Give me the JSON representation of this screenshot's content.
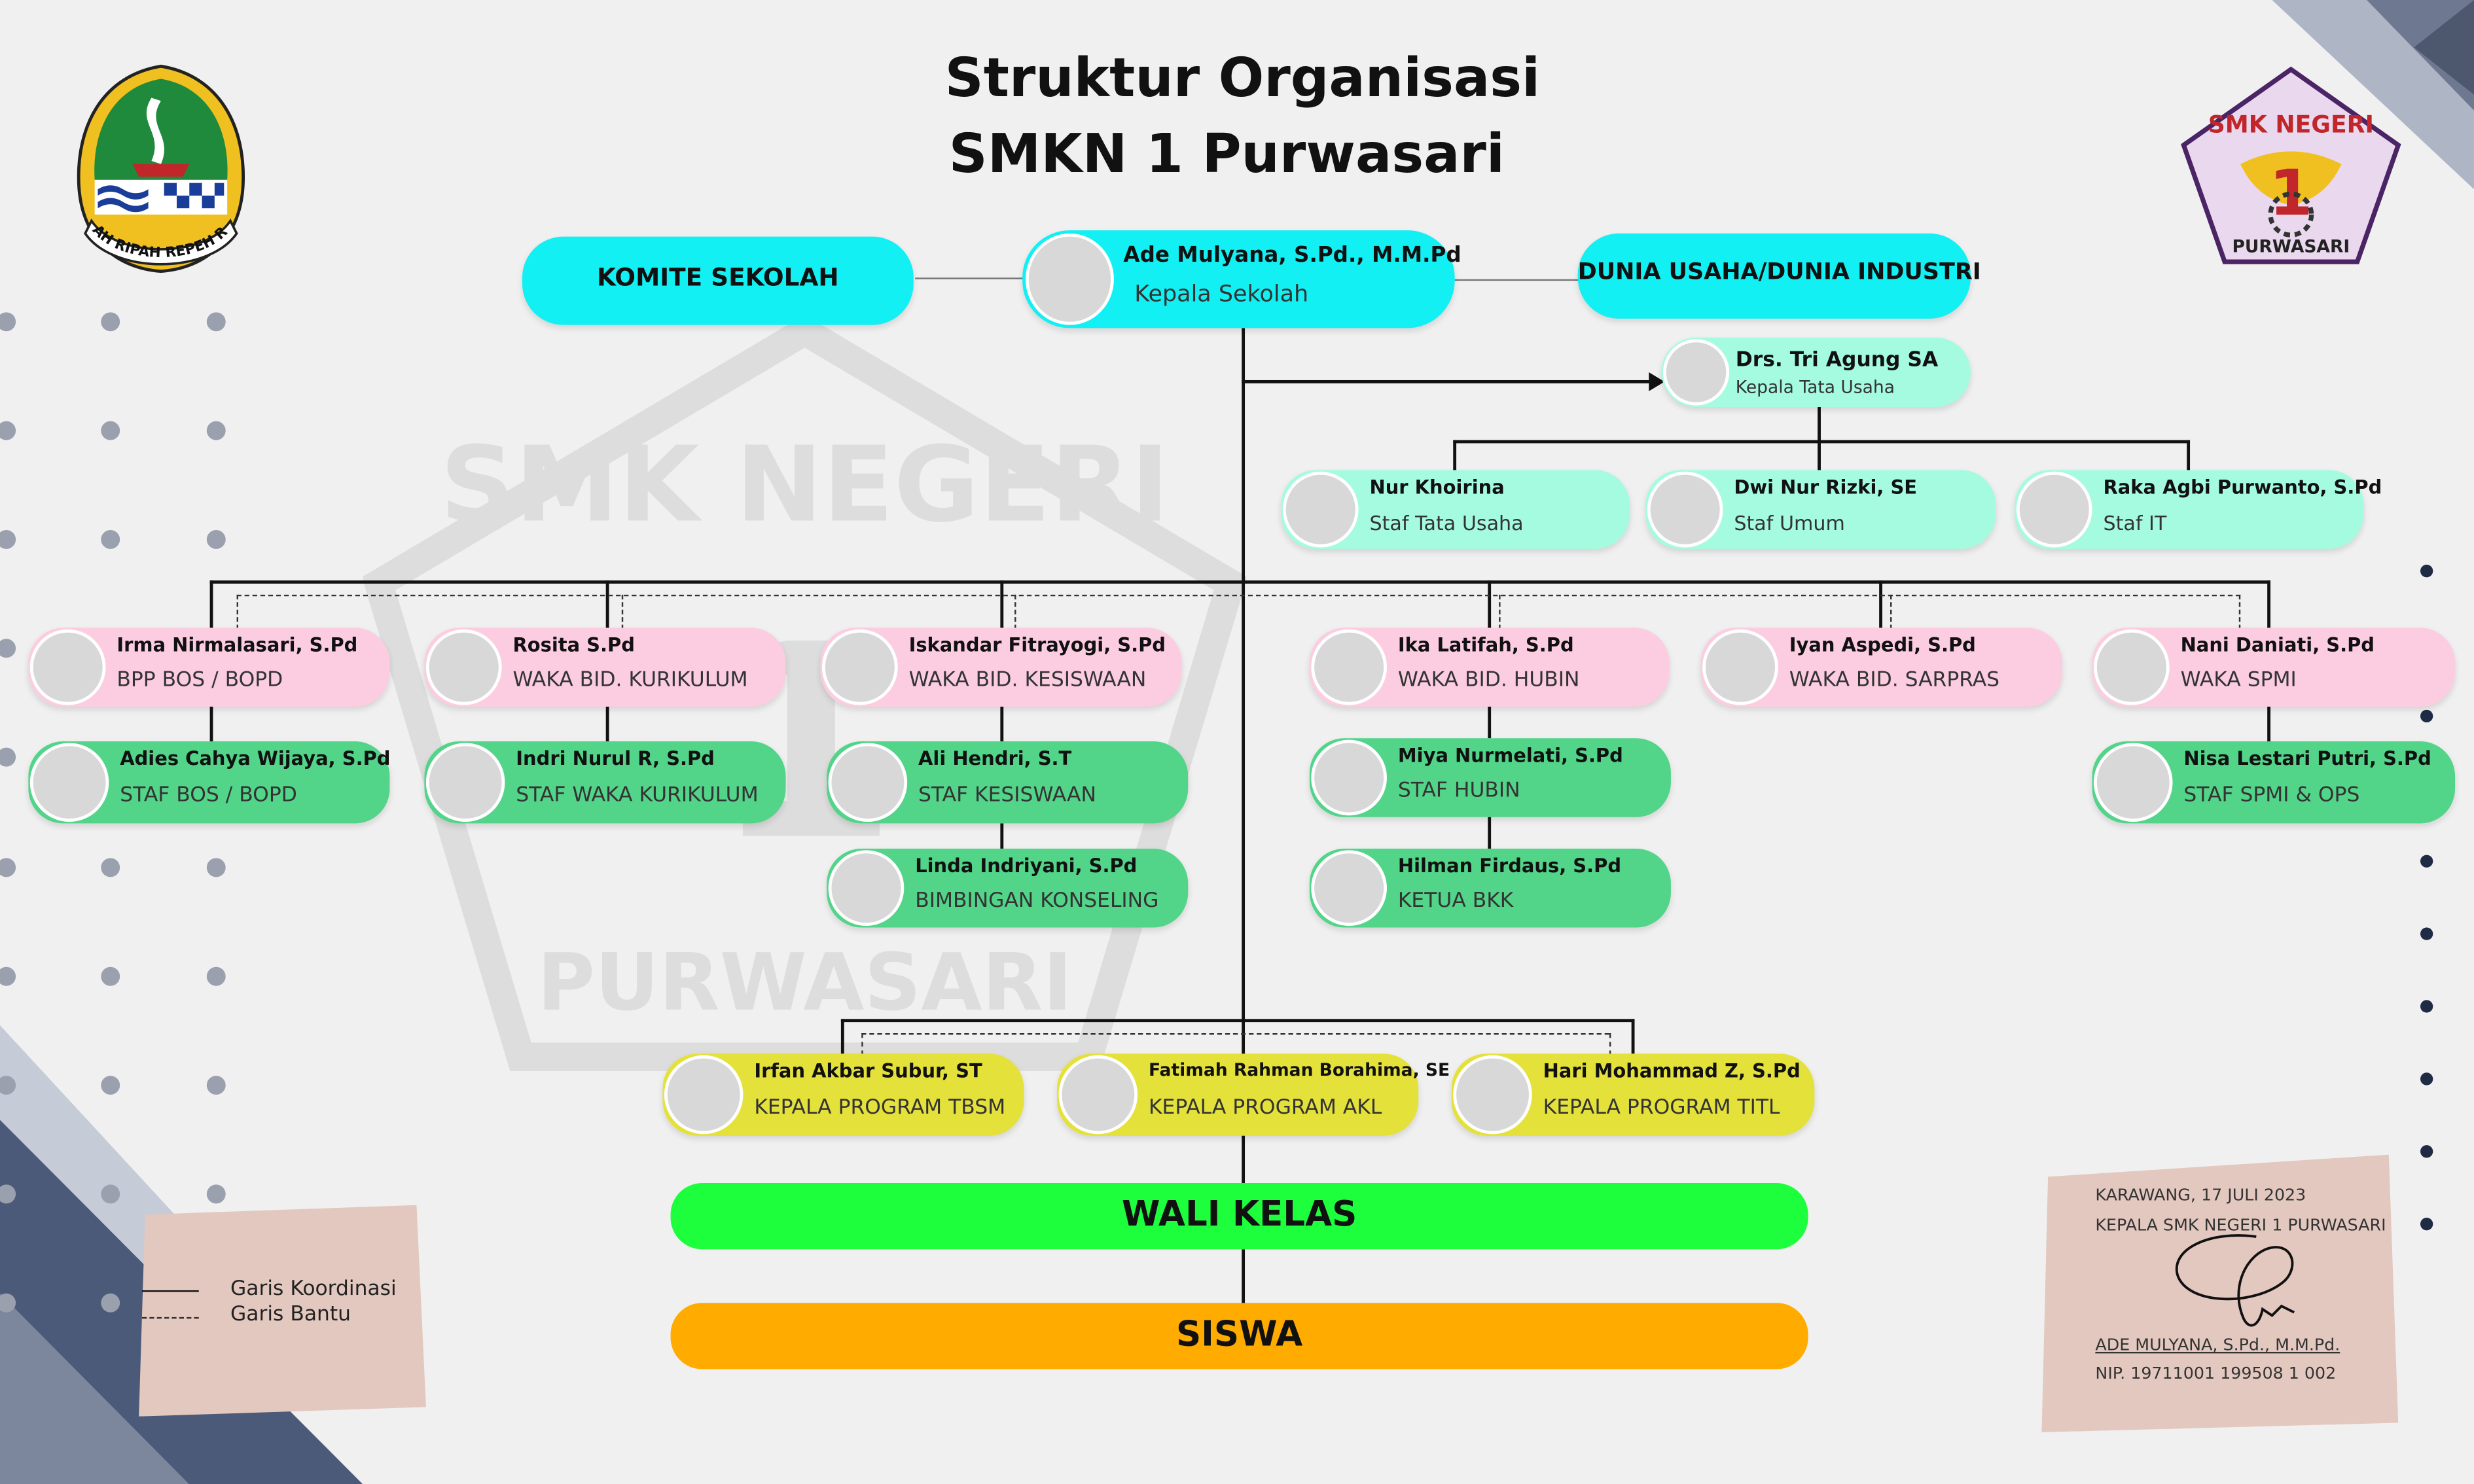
{
  "header": {
    "title_line1": "Struktur Organisasi",
    "title_line2": "SMKN 1 Purwasari"
  },
  "logo_left": {
    "text": "GEMAH RIPAH REPEH RAPIH"
  },
  "logo_right": {
    "line1": "SMK NEGERI",
    "numeral": "1",
    "line2": "PURWASARI"
  },
  "watermark": {
    "line1": "SMK NEGERI",
    "line2": "PURWASARI"
  },
  "komite": "KOMITE SEKOLAH",
  "dudi": "DUNIA USAHA/DUNIA INDUSTRI",
  "kepala": {
    "name": "Ade Mulyana, S.Pd., M.M.Pd",
    "role": "Kepala Sekolah"
  },
  "tu_head": {
    "name": "Drs. Tri Agung SA",
    "role": "Kepala Tata Usaha"
  },
  "tu_staff": [
    {
      "name": "Nur Khoirina",
      "role": "Staf Tata Usaha"
    },
    {
      "name": "Dwi Nur Rizki, SE",
      "role": "Staf Umum"
    },
    {
      "name": "Raka Agbi Purwanto, S.Pd",
      "role": "Staf IT"
    }
  ],
  "waka": [
    {
      "name": "Irma Nirmalasari, S.Pd",
      "role": "BPP BOS / BOPD"
    },
    {
      "name": "Rosita S.Pd",
      "role": "WAKA BID. KURIKULUM"
    },
    {
      "name": "Iskandar Fitrayogi, S.Pd",
      "role": "WAKA BID. KESISWAAN"
    },
    {
      "name": "Ika Latifah, S.Pd",
      "role": "WAKA BID. HUBIN"
    },
    {
      "name": "Iyan Aspedi, S.Pd",
      "role": "WAKA BID. SARPRAS"
    },
    {
      "name": "Nani Daniati, S.Pd",
      "role": "WAKA SPMI"
    }
  ],
  "staff": [
    {
      "name": "Adies Cahya Wijaya, S.Pd",
      "role": "STAF BOS / BOPD"
    },
    {
      "name": "Indri Nurul R, S.Pd",
      "role": "STAF WAKA KURIKULUM"
    },
    {
      "name": "Ali Hendri, S.T",
      "role": "STAF KESISWAAN"
    },
    {
      "name": "Linda Indriyani, S.Pd",
      "role": "BIMBINGAN KONSELING"
    },
    {
      "name": "Miya Nurmelati, S.Pd",
      "role": "STAF HUBIN"
    },
    {
      "name": "Hilman Firdaus, S.Pd",
      "role": "KETUA BKK"
    },
    {
      "name": "Nisa Lestari Putri, S.Pd",
      "role": "STAF SPMI & OPS"
    }
  ],
  "kaprog": [
    {
      "name": "Irfan Akbar Subur, ST",
      "role": "KEPALA PROGRAM TBSM"
    },
    {
      "name": "Fatimah Rahman Borahima, SE",
      "role": "KEPALA PROGRAM AKL"
    },
    {
      "name": "Hari Mohammad Z, S.Pd",
      "role": "KEPALA PROGRAM TITL"
    }
  ],
  "wali_kelas": "WALI KELAS",
  "siswa": "SISWA",
  "legend": {
    "solid": "Garis Koordinasi",
    "dashed": "Garis Bantu"
  },
  "signature": {
    "place_date": "KARAWANG, 17 JULI 2023",
    "position": "KEPALA SMK NEGERI 1 PURWASARI",
    "name": "ADE MULYANA, S.Pd., M.M.Pd.",
    "nip": "NIP. 19711001 199508 1 002"
  },
  "colors": {
    "cyan": "#12f0f4",
    "mint": "#a5fbe0",
    "pink": "#fccde0",
    "green": "#52d489",
    "yellow": "#e4e13a",
    "wali_kelas": "#1dff3d",
    "siswa": "#ffab00",
    "decor_blue": "#4a5a78"
  }
}
